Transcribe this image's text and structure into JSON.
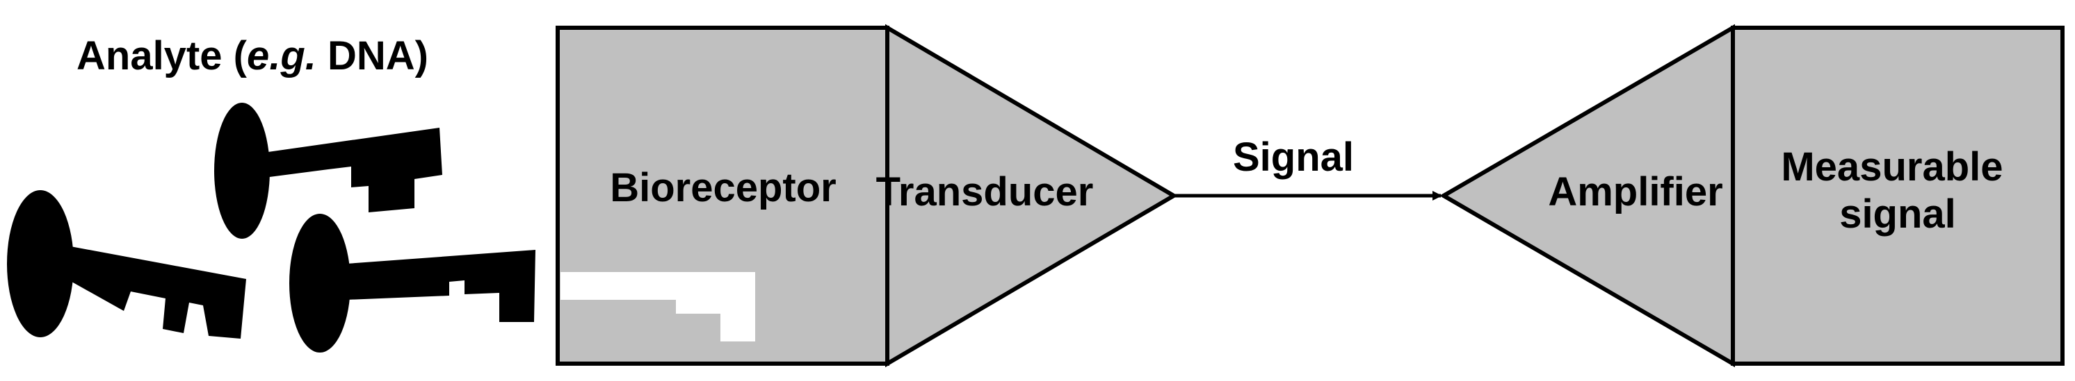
{
  "analyte": {
    "prefix": "Analyte (",
    "emph": "e.g.",
    "suffix": " DNA)"
  },
  "blocks": {
    "bioreceptor": "Bioreceptor",
    "transducer": "Transducer",
    "amplifier": "Amplifier",
    "measurable_line1": "Measurable",
    "measurable_line2": "signal"
  },
  "signal_label": "Signal",
  "colors": {
    "fill": "#c0c0c0",
    "stroke": "#000000",
    "key": "#000000",
    "key_slot": "#ffffff"
  }
}
